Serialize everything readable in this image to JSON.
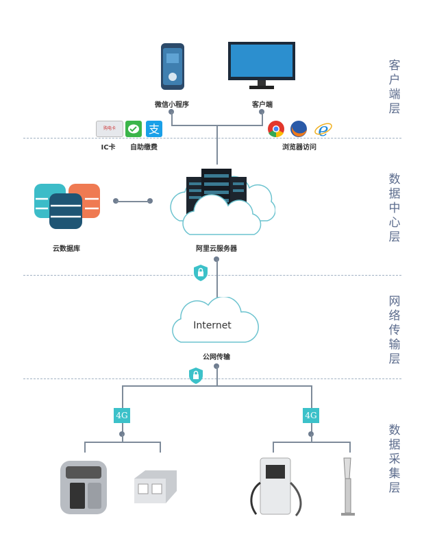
{
  "layers": [
    "客户端层",
    "数据中心层",
    "网络传输层",
    "数据采集层"
  ],
  "client": {
    "miniprogram": "微信小程序",
    "desktop": "客户端",
    "ic_card": "IC卡",
    "ic_card_text": "购电卡",
    "self_pay": "自助缴费",
    "browser": "浏览器访问"
  },
  "datacenter": {
    "database": "云数据库",
    "server": "阿里云服务器"
  },
  "network": {
    "internet": "Internet",
    "public": "公网传输"
  },
  "collection": {
    "badge_left": "4G",
    "badge_right": "4G"
  },
  "colors": {
    "accent": "#3cc1c9",
    "layer_text": "#5b6b8c",
    "db_teal": "#3cbcc8",
    "db_orange": "#ef7a52",
    "db_navy": "#1f5574"
  }
}
